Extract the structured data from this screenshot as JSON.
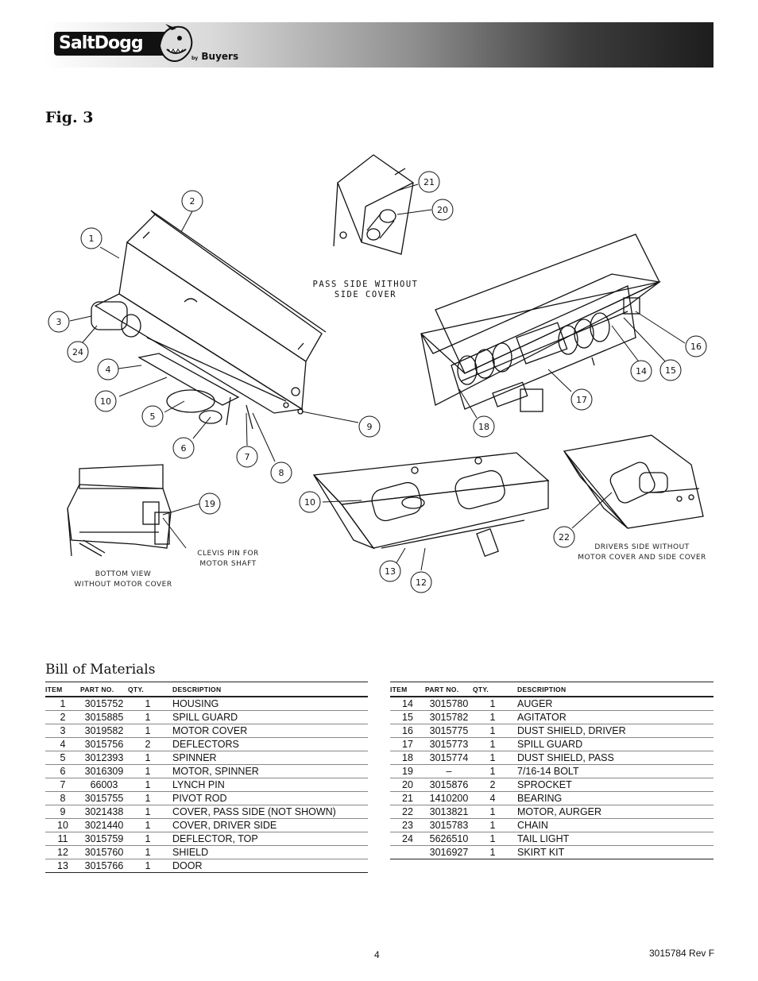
{
  "header": {
    "logo_text": "SaltDogg",
    "logo_by": "by",
    "logo_brand": "Buyers"
  },
  "figure": {
    "title": "Fig. 3",
    "callouts": [
      "1",
      "2",
      "3",
      "24",
      "4",
      "10",
      "5",
      "6",
      "7",
      "8",
      "9",
      "21",
      "20",
      "16",
      "14",
      "15",
      "17",
      "18",
      "19",
      "10",
      "13",
      "12",
      "22"
    ],
    "notes": {
      "pass_side_line1": "PASS SIDE WITHOUT",
      "pass_side_line2": "SIDE COVER",
      "clevis_line1": "CLEVIS PIN FOR",
      "clevis_line2": "MOTOR SHAFT",
      "bottom_line1": "BOTTOM VIEW",
      "bottom_line2": "WITHOUT MOTOR COVER",
      "drivers_line1": "DRIVERS SIDE WITHOUT",
      "drivers_line2": "MOTOR COVER AND SIDE COVER"
    }
  },
  "bom": {
    "title": "Bill of Materials",
    "headers": {
      "item": "ITEM",
      "part": "PART NO.",
      "qty": "QTY.",
      "desc": "DESCRIPTION"
    },
    "left_rows": [
      {
        "item": "1",
        "part": "3015752",
        "qty": "1",
        "desc": "HOUSING"
      },
      {
        "item": "2",
        "part": "3015885",
        "qty": "1",
        "desc": "SPILL GUARD"
      },
      {
        "item": "3",
        "part": "3019582",
        "qty": "1",
        "desc": "MOTOR COVER"
      },
      {
        "item": "4",
        "part": "3015756",
        "qty": "2",
        "desc": "DEFLECTORS"
      },
      {
        "item": "5",
        "part": "3012393",
        "qty": "1",
        "desc": "SPINNER"
      },
      {
        "item": "6",
        "part": "3016309",
        "qty": "1",
        "desc": "MOTOR, SPINNER"
      },
      {
        "item": "7",
        "part": "66003",
        "qty": "1",
        "desc": "LYNCH PIN"
      },
      {
        "item": "8",
        "part": "3015755",
        "qty": "1",
        "desc": "PIVOT ROD"
      },
      {
        "item": "9",
        "part": "3021438",
        "qty": "1",
        "desc": "COVER, PASS SIDE (NOT SHOWN)"
      },
      {
        "item": "10",
        "part": "3021440",
        "qty": "1",
        "desc": "COVER, DRIVER SIDE"
      },
      {
        "item": "11",
        "part": "3015759",
        "qty": "1",
        "desc": "DEFLECTOR, TOP"
      },
      {
        "item": "12",
        "part": "3015760",
        "qty": "1",
        "desc": "SHIELD"
      },
      {
        "item": "13",
        "part": "3015766",
        "qty": "1",
        "desc": "DOOR"
      }
    ],
    "right_rows": [
      {
        "item": "14",
        "part": "3015780",
        "qty": "1",
        "desc": "AUGER"
      },
      {
        "item": "15",
        "part": "3015782",
        "qty": "1",
        "desc": "AGITATOR"
      },
      {
        "item": "16",
        "part": "3015775",
        "qty": "1",
        "desc": "DUST SHIELD, DRIVER"
      },
      {
        "item": "17",
        "part": "3015773",
        "qty": "1",
        "desc": "SPILL GUARD"
      },
      {
        "item": "18",
        "part": "3015774",
        "qty": "1",
        "desc": "DUST SHIELD, PASS"
      },
      {
        "item": "19",
        "part": "–",
        "qty": "1",
        "desc": "7/16-14 BOLT"
      },
      {
        "item": "20",
        "part": "3015876",
        "qty": "2",
        "desc": "SPROCKET"
      },
      {
        "item": "21",
        "part": "1410200",
        "qty": "4",
        "desc": "BEARING"
      },
      {
        "item": "22",
        "part": "3013821",
        "qty": "1",
        "desc": "MOTOR, AURGER"
      },
      {
        "item": "23",
        "part": "3015783",
        "qty": "1",
        "desc": "CHAIN"
      },
      {
        "item": "24",
        "part": "5626510",
        "qty": "1",
        "desc": "TAIL LIGHT"
      },
      {
        "item": "",
        "part": "3016927",
        "qty": "1",
        "desc": "SKIRT KIT"
      }
    ]
  },
  "footer": {
    "page_number": "4",
    "doc_number": "3015784 Rev F"
  }
}
